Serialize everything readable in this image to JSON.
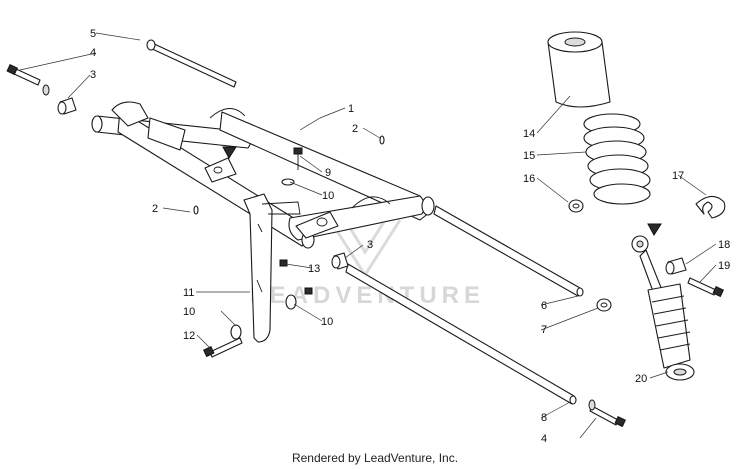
{
  "diagram": {
    "watermark": "LEADVENTURE",
    "footer": "Rendered by LeadVenture, Inc.",
    "callouts": [
      "1",
      "2",
      "2",
      "3",
      "3",
      "4",
      "4",
      "5",
      "6",
      "7",
      "8",
      "9",
      "10",
      "10",
      "10",
      "11",
      "12",
      "13",
      "14",
      "15",
      "16",
      "17",
      "18",
      "19",
      "20"
    ]
  }
}
